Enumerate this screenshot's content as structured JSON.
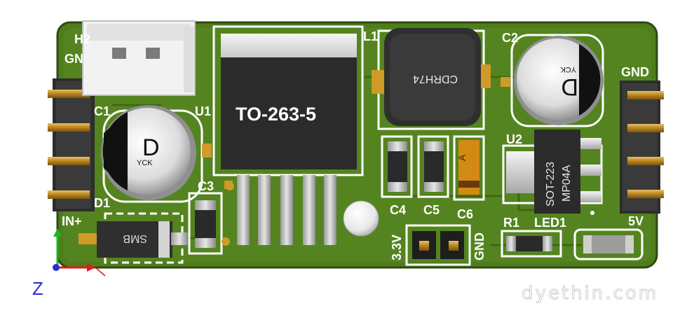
{
  "labels": {
    "h2_ref": "H2",
    "h2_gnd": "GN",
    "c1": "C1",
    "u1": "U1",
    "l1": "L1",
    "c2": "C2",
    "gnd_right": "GND",
    "u2": "U2",
    "d1": "D1",
    "in_plus": "IN+",
    "c3": "C3",
    "c4": "C4",
    "c5": "C5",
    "c6": "C6",
    "r1": "R1",
    "led1": "LED1",
    "v5": "5V",
    "v33": "3.3V",
    "gnd_jumper": "GND"
  },
  "components": {
    "regulator_body": "TO-263-5",
    "inductor_marking": "CDRH74",
    "cap_mark": "D",
    "cap_brand": "YCK",
    "diode_marking": "SMB",
    "ldo_marking_1": "SOT-223",
    "ldo_marking_2": "MP04A",
    "tantalum_mark": "A"
  },
  "axes": {
    "z": "Z"
  },
  "watermark": "dyethin.com",
  "colors": {
    "board": "#4f7d1c",
    "board_edge": "#2e4a10",
    "copper": "#d09a28",
    "silkscreen": "#ffffff",
    "ic_body": "#2b2b2b",
    "axis_red": "#e21b1b",
    "axis_green": "#1bb81b",
    "axis_blue": "#2b2bd8"
  }
}
